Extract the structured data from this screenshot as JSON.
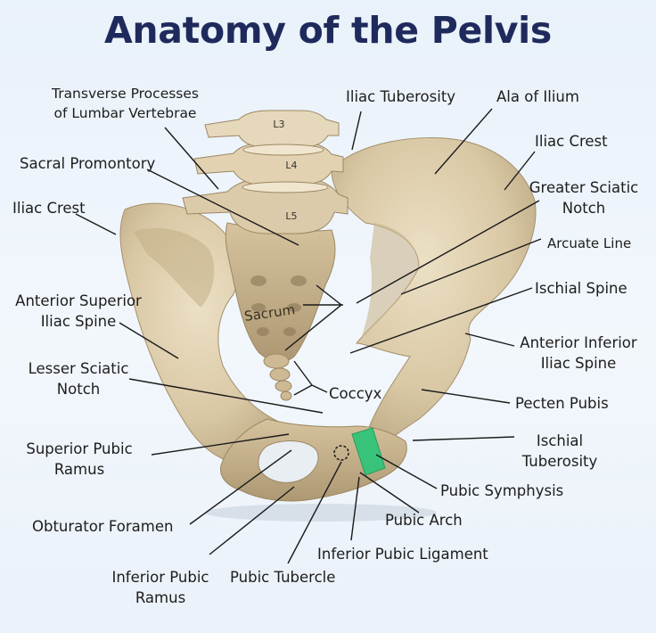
{
  "title": "Anatomy of the Pelvis",
  "vertebra_labels": {
    "l3": "L3",
    "l4": "L4",
    "l5": "L5"
  },
  "labels": {
    "transverse_processes": "Transverse Processes\nof Lumbar Vertebrae",
    "iliac_tuberosity": "Iliac Tuberosity",
    "ala_of_ilium": "Ala of Ilium",
    "iliac_crest_right": "Iliac Crest",
    "sacral_promontory": "Sacral Promontory",
    "greater_sciatic_notch": "Greater Sciatic\nNotch",
    "iliac_crest_left": "Iliac Crest",
    "arcuate_line": "Arcuate Line",
    "ischial_spine": "Ischial Spine",
    "asis": "Anterior Superior\nIliac Spine",
    "sacrum": "Sacrum",
    "aiis": "Anterior Inferior\nIliac Spine",
    "lesser_sciatic_notch": "Lesser Sciatic\nNotch",
    "coccyx": "Coccyx",
    "pecten_pubis": "Pecten Pubis",
    "ischial_tuberosity": "Ischial\nTuberosity",
    "superior_pubic_ramus": "Superior Pubic\nRamus",
    "pubic_symphysis": "Pubic Symphysis",
    "pubic_arch": "Pubic Arch",
    "obturator_foramen": "Obturator Foramen",
    "inferior_pubic_ligament": "Inferior Pubic Ligament",
    "inferior_pubic_ramus": "Inferior Pubic\nRamus",
    "pubic_tubercle": "Pubic Tubercle"
  },
  "colors": {
    "title": "#1f2a5c",
    "bone": "#d8c7a4",
    "bone_shadow": "#a89470",
    "symphysis": "#39c27a",
    "leader_line": "#1a1a1a"
  }
}
